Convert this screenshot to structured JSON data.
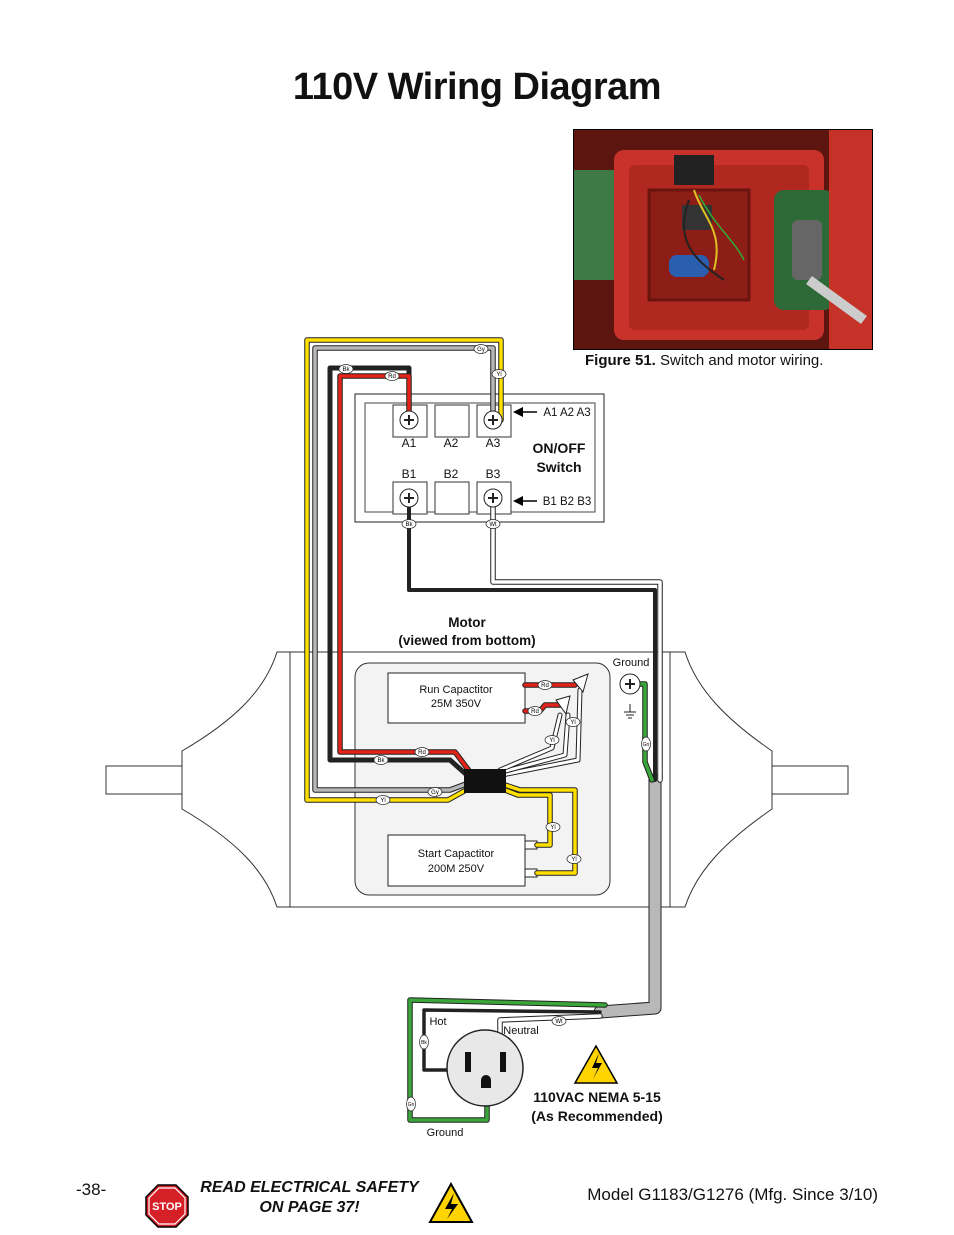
{
  "page_title": "110V Wiring Diagram",
  "figure": {
    "number": "Figure 51.",
    "text": " Switch and motor wiring."
  },
  "switch": {
    "name_line1": "ON/OFF",
    "name_line2": "Switch",
    "top_terminals": [
      "A1",
      "A2",
      "A3"
    ],
    "bottom_terminals": [
      "B1",
      "B2",
      "B3"
    ],
    "top_arrow_label": "A1 A2 A3",
    "bottom_arrow_label": "B1 B2 B3"
  },
  "motor": {
    "line1": "Motor",
    "line2": "(viewed from bottom)",
    "ground_label": "Ground"
  },
  "run_capacitor": {
    "line1": "Run Capactitor",
    "line2": "25M 350V"
  },
  "start_capacitor": {
    "line1": "Start Capactitor",
    "line2": "200M 250V"
  },
  "receptacle": {
    "hot": "Hot",
    "neutral": "Neutral",
    "ground": "Ground",
    "spec_line1": "110VAC NEMA 5-15",
    "spec_line2": "(As Recommended)"
  },
  "wire_tags": {
    "black": "Bk",
    "red": "Rd",
    "yellow": "Yl",
    "gray": "Gy",
    "white": "Wt",
    "green": "Gn"
  },
  "colors": {
    "black": "#1a1a1a",
    "red": "#e2231a",
    "yellow": "#ffe000",
    "gray": "#b8b8b8",
    "white": "#ffffff",
    "green": "#3aa63a",
    "warning": "#ffd400",
    "stop": "#d62027"
  },
  "footer": {
    "page": "-38-",
    "safety_line1": "READ ELECTRICAL SAFETY",
    "safety_line2": "ON PAGE 37!",
    "stop_text": "STOP",
    "model": "Model G1183/G1276 (Mfg. Since 3/10)"
  }
}
